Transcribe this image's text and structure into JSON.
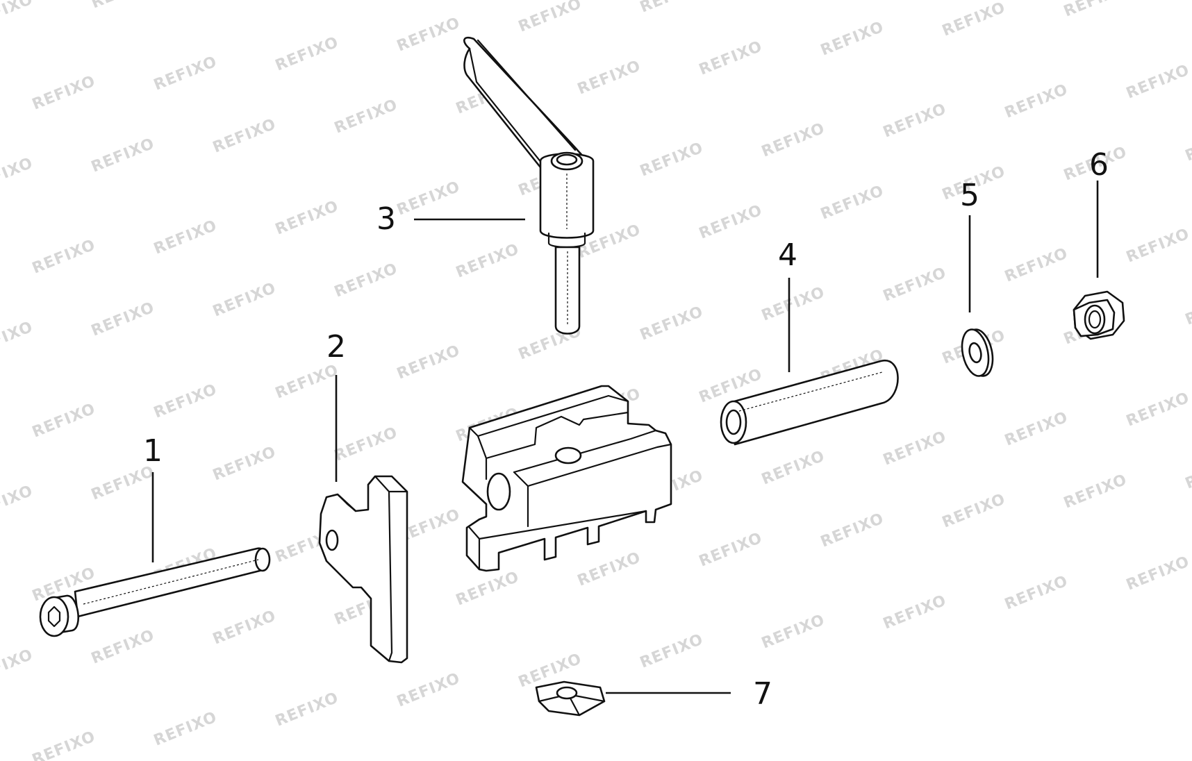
{
  "diagram": {
    "watermark_text": "REFIXO",
    "parts": [
      {
        "id": "1",
        "label": "1",
        "icon": "socket-head-screw-icon"
      },
      {
        "id": "2",
        "label": "2",
        "icon": "plate-bracket-icon"
      },
      {
        "id": "3",
        "label": "3",
        "icon": "clamping-lever-icon"
      },
      {
        "id": "4",
        "label": "4",
        "icon": "sleeve-tube-icon"
      },
      {
        "id": "5",
        "label": "5",
        "icon": "washer-icon"
      },
      {
        "id": "6",
        "label": "6",
        "icon": "hex-nut-icon"
      },
      {
        "id": "7",
        "label": "7",
        "icon": "square-nut-icon"
      }
    ],
    "main_body": {
      "icon": "guide-block-icon"
    },
    "colors": {
      "line": "#111111",
      "watermark": "#d6d6d6",
      "background": "#ffffff"
    }
  }
}
